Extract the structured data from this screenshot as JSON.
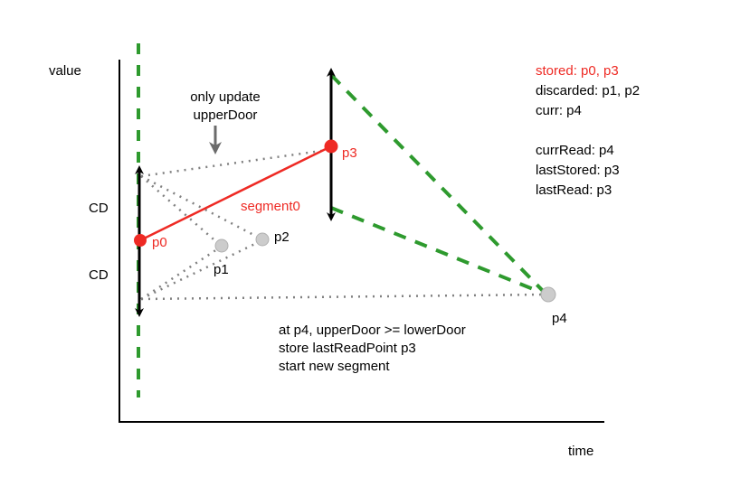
{
  "axes": {
    "y_label": "value",
    "x_label": "time"
  },
  "cd_labels": [
    "CD",
    "CD"
  ],
  "points": {
    "p0": "p0",
    "p1": "p1",
    "p2": "p2",
    "p3": "p3",
    "p4": "p4"
  },
  "segment_label": "segment0",
  "annotation": {
    "line1": "only update",
    "line2": "upperDoor"
  },
  "status": {
    "stored": "stored: p0, p3",
    "discarded": "discarded: p1, p2",
    "curr": "curr: p4",
    "currRead": "currRead: p4",
    "lastStored": "lastStored: p3",
    "lastRead": "lastRead: p3"
  },
  "note": {
    "line1": "at p4, upperDoor >= lowerDoor",
    "line2": "store lastReadPoint p3",
    "line3": "start new segment"
  },
  "colors": {
    "stored_point": "#ee2a24",
    "discarded_point": "#cccccc",
    "door_lines": "#2e9a2e",
    "segment": "#ee2a24",
    "dotted": "#808080"
  }
}
